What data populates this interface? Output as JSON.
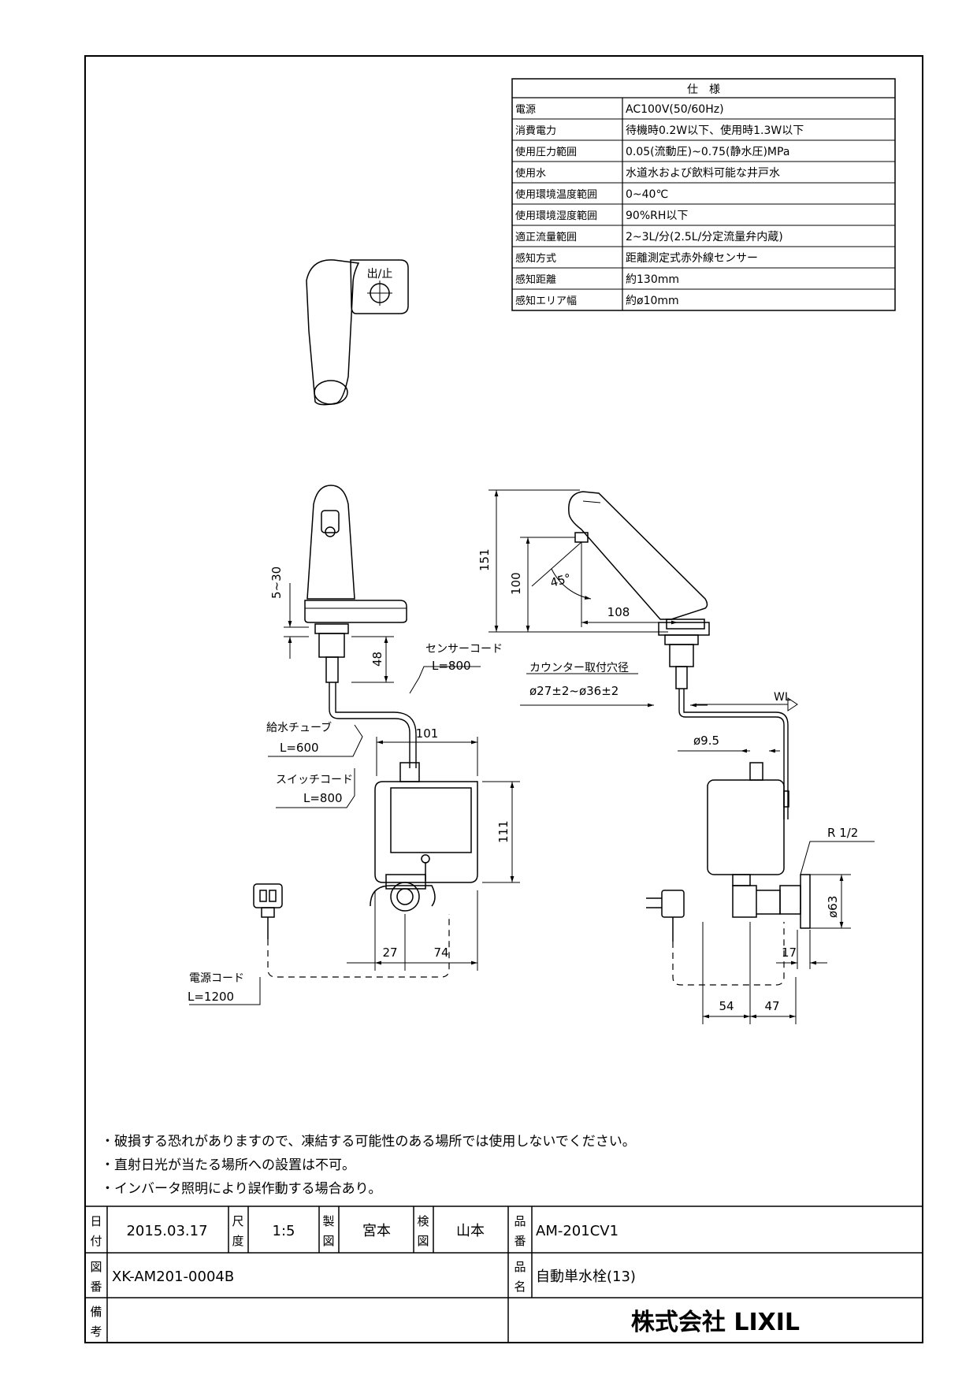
{
  "spec": {
    "title": "仕　様",
    "rows": [
      {
        "key": "電源",
        "value": "AC100V(50/60Hz)"
      },
      {
        "key": "消費電力",
        "value": "待機時0.2W以下、使用時1.3W以下"
      },
      {
        "key": "使用圧力範囲",
        "value": "0.05(流動圧)~0.75(静水圧)MPa"
      },
      {
        "key": "使用水",
        "value": "水道水および飲料可能な井戸水"
      },
      {
        "key": "使用環境温度範囲",
        "value": "0~40℃"
      },
      {
        "key": "使用環境湿度範囲",
        "value": "90%RH以下"
      },
      {
        "key": "適正流量範囲",
        "value": "2~3L/分(2.5L/分定流量弁内蔵)"
      },
      {
        "key": "感知方式",
        "value": "距離測定式赤外線センサー"
      },
      {
        "key": "感知距離",
        "value": "約130mm"
      },
      {
        "key": "感知エリア幅",
        "value": "約ø10mm"
      }
    ]
  },
  "drawing": {
    "button_label": "出/止",
    "front": {
      "d_5_30": "5~30",
      "d_48": "48",
      "d_101": "101",
      "d_111": "111",
      "d_27": "27",
      "d_74": "74",
      "sensor_cord": [
        "センサーコード",
        "L=800"
      ],
      "supply_tube": [
        "給水チューブ",
        "L=600"
      ],
      "switch_cord": [
        "スイッチコード",
        "L=800"
      ],
      "power_cord": [
        "電源コード",
        "L=1200"
      ]
    },
    "side": {
      "d_151": "151",
      "d_100": "100",
      "d_45": "45°",
      "d_108": "108",
      "counter_hole": [
        "カウンター取付穴径",
        "ø27±2~ø36±2"
      ],
      "wl": "WL",
      "d_9_5": "ø9.5",
      "r_half": "R 1/2",
      "d_63": "ø63",
      "d_17": "17",
      "d_54": "54",
      "d_47": "47"
    }
  },
  "notes": [
    "・破損する恐れがありますので、凍結する可能性のある場所では使用しないでください。",
    "・直射日光が当たる場所への設置は不可。",
    "・インバータ照明により誤作動する場合あり。"
  ],
  "titleblock": {
    "date_label": [
      "日",
      "付"
    ],
    "date": "2015.03.17",
    "scale_label": [
      "尺",
      "度"
    ],
    "scale": "1:5",
    "drawn_label": [
      "製",
      "図"
    ],
    "drawn": "宮本",
    "checked_label": [
      "検",
      "図"
    ],
    "checked": "山本",
    "product_no_label": [
      "品",
      "番"
    ],
    "product_no": "AM-201CV1",
    "drawing_no_label": [
      "図",
      "番"
    ],
    "drawing_no": "XK-AM201-0004B",
    "product_name_label": [
      "品",
      "名"
    ],
    "product_name": "自動単水栓(13)",
    "remarks_label": [
      "備",
      "考"
    ],
    "company": "株式会社 LIXIL"
  }
}
